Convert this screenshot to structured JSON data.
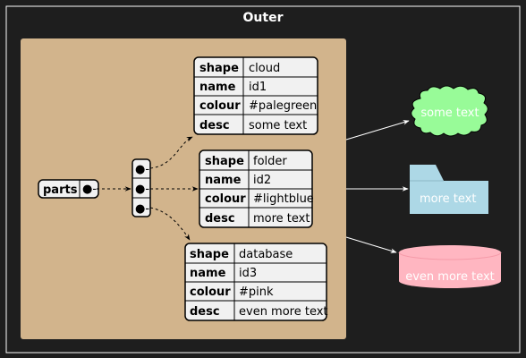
{
  "frame": {
    "title": "Outer"
  },
  "root": {
    "label": "parts",
    "dot": "●-"
  },
  "connector_dot": "●-",
  "tables": [
    {
      "rows": [
        {
          "key": "shape",
          "value": "cloud"
        },
        {
          "key": "name",
          "value": "id1"
        },
        {
          "key": "colour",
          "value": "#palegreen"
        },
        {
          "key": "desc",
          "value": "some text"
        }
      ]
    },
    {
      "rows": [
        {
          "key": "shape",
          "value": "folder"
        },
        {
          "key": "name",
          "value": "id2"
        },
        {
          "key": "colour",
          "value": "#lightblue"
        },
        {
          "key": "desc",
          "value": "more text"
        }
      ]
    },
    {
      "rows": [
        {
          "key": "shape",
          "value": "database"
        },
        {
          "key": "name",
          "value": "id3"
        },
        {
          "key": "colour",
          "value": "#pink"
        },
        {
          "key": "desc",
          "value": "even more text"
        }
      ]
    }
  ],
  "shapes": {
    "cloud": {
      "label": "some text",
      "fill": "#98fb98"
    },
    "folder": {
      "label": "more text",
      "fill": "#add8e6"
    },
    "database": {
      "label": "even more text",
      "fill": "#ffb6c1"
    }
  },
  "colors": {
    "background": "#1e1e1e",
    "panel": "#d2b48c",
    "table_bg": "#f1f1f1",
    "line": "#ffffff"
  }
}
